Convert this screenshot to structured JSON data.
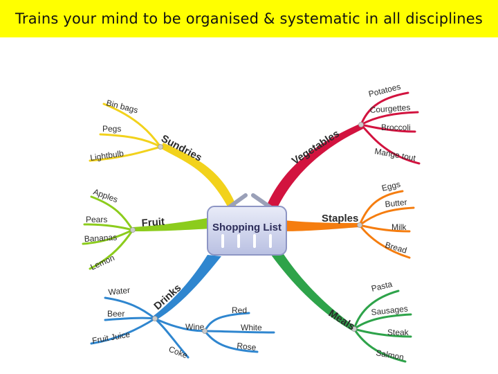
{
  "banner": {
    "text": "Trains your mind to be organised & systematic in all disciplines",
    "color": "#ffff00"
  },
  "center": {
    "label": "Shopping List",
    "icon": "shopping-basket-icon"
  },
  "branches": {
    "sundries": {
      "label": "Sundries",
      "color": "#f2d21c",
      "items": [
        "Bin bags",
        "Pegs",
        "Lightbulb"
      ]
    },
    "vegetables": {
      "label": "Vegetables",
      "color": "#d2133f",
      "items": [
        "Potatoes",
        "Courgettes",
        "Broccoli",
        "Mange tout"
      ]
    },
    "fruit": {
      "label": "Fruit",
      "color": "#8ccc1c",
      "items": [
        "Apples",
        "Pears",
        "Bananas",
        "Lemon"
      ]
    },
    "staples": {
      "label": "Staples",
      "color": "#f57d0f",
      "items": [
        "Eggs",
        "Butter",
        "Milk",
        "Bread"
      ]
    },
    "drinks": {
      "label": "Drinks",
      "color": "#2f86cf",
      "items": [
        "Water",
        "Beer",
        "Fruit Juice",
        "Wine",
        "Coke"
      ],
      "wine_items": [
        "Red",
        "White",
        "Rose"
      ]
    },
    "meals": {
      "label": "Meals",
      "color": "#2ea34a",
      "items": [
        "Pasta",
        "Sausages",
        "Steak",
        "Salmon"
      ]
    }
  }
}
